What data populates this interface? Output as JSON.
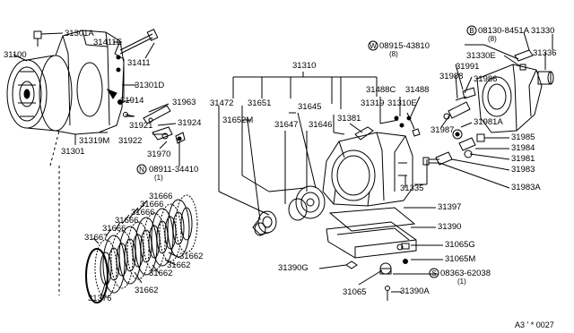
{
  "labels": {
    "p31301A": "31301A",
    "p31411E": "31411E",
    "p31100": "31100",
    "p31411": "31411",
    "p31301D": "31301D",
    "p31914": "31914",
    "p31963": "31963",
    "p31921": "31921",
    "p31924": "31924",
    "p31922": "31922",
    "p31319M": "31319M",
    "p31970": "31970",
    "p31301": "31301",
    "nut_ref": "08911-34410",
    "nut_qty": "(1)",
    "p31310": "31310",
    "p31472": "31472",
    "p31651": "31651",
    "p31652M": "31652M",
    "p31645": "31645",
    "p31647": "31647",
    "p31646": "31646",
    "p31381": "31381",
    "p31319": "31319",
    "p31488C": "31488C",
    "p31488": "31488",
    "p31310E": "31310E",
    "p31335": "31335",
    "bolt_ref": "08130-8451A",
    "bolt_qty": "(8)",
    "washer_ref": "08915-43810",
    "washer_qty": "(8)",
    "p31330": "31330",
    "p31330E": "31330E",
    "p31336": "31336",
    "p31991": "31991",
    "p31988": "31988",
    "p31986": "31986",
    "p31987": "31987",
    "p31981A": "31981A",
    "p31985": "31985",
    "p31984": "31984",
    "p31981": "31981",
    "p31983": "31983",
    "p31983A": "31983A",
    "p31397": "31397",
    "p31390": "31390",
    "p31065G": "31065G",
    "p31065M": "31065M",
    "screw_ref": "08363-62038",
    "screw_qty": "(1)",
    "p31390G": "31390G",
    "p31065": "31065",
    "p31390A": "31390A",
    "p31666a": "31666",
    "p31666b": "31666",
    "p31666c": "31666",
    "p31666d": "31666",
    "p31666e": "31666",
    "p31667": "31667",
    "p31662a": "31662",
    "p31662b": "31662",
    "p31662c": "31662",
    "p31662d": "31662",
    "p31376": "31376",
    "ref_code": "A3 ' * 0027"
  },
  "circle_marks": {
    "n": "N",
    "b": "B",
    "w": "W",
    "s": "S"
  }
}
